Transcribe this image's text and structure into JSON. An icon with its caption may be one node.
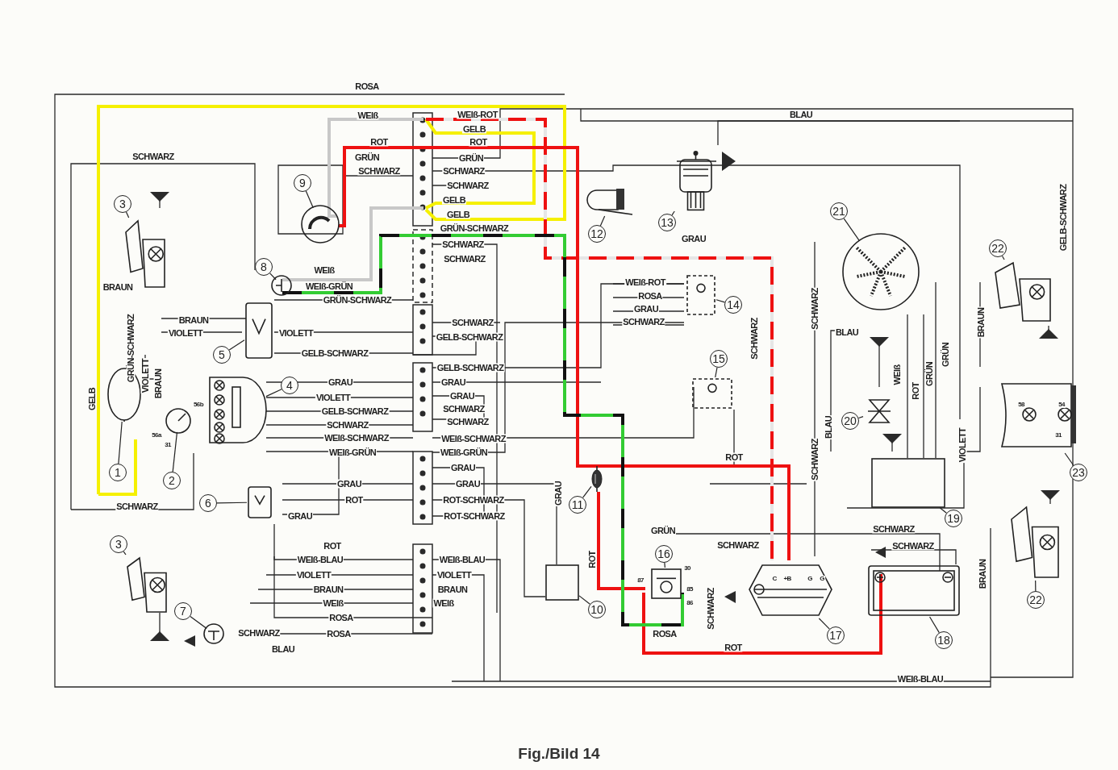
{
  "diagram": {
    "caption": "Fig./Bild 14",
    "nodes": [
      {
        "text": [
          "1"
        ]
      },
      {
        "text": [],
        "shape": "picture"
      },
      {
        "text": [
          "2"
        ]
      },
      {
        "text": [],
        "shape": "picture"
      },
      {
        "text": [
          "3"
        ]
      },
      {
        "text": [],
        "shape": "picture"
      },
      {
        "text": [
          "3"
        ]
      },
      {
        "text": [],
        "shape": "picture"
      },
      {
        "text": [
          "4"
        ]
      },
      {
        "text": [],
        "shape": "picture"
      },
      {
        "text": [
          "5"
        ]
      },
      {
        "text": [],
        "shape": "picture"
      },
      {
        "text": [
          "6"
        ]
      },
      {
        "text": [],
        "shape": "picture"
      },
      {
        "text": [
          "7"
        ]
      },
      {
        "text": [],
        "shape": "picture"
      },
      {
        "text": [
          "8"
        ]
      },
      {
        "text": [],
        "shape": "picture"
      },
      {
        "text": [
          "9"
        ]
      },
      {
        "text": [],
        "shape": "picture"
      },
      {
        "text": [
          "10"
        ]
      },
      {
        "text": [],
        "shape": "box"
      },
      {
        "text": [
          "11"
        ]
      },
      {
        "text": [],
        "shape": "picture"
      },
      {
        "text": [
          "12"
        ]
      },
      {
        "text": [],
        "shape": "picture"
      },
      {
        "text": [
          "13"
        ]
      },
      {
        "text": [],
        "shape": "picture"
      },
      {
        "text": [
          "14"
        ]
      },
      {
        "text": [],
        "shape": "picture"
      },
      {
        "text": [
          "15"
        ]
      },
      {
        "text": [],
        "shape": "picture"
      },
      {
        "text": [
          "16"
        ]
      },
      {
        "text": [],
        "shape": "picture"
      },
      {
        "text": [
          "17"
        ]
      },
      {
        "text": [],
        "shape": "picture"
      },
      {
        "text": [
          "18"
        ]
      },
      {
        "text": [],
        "shape": "picture"
      },
      {
        "text": [
          "19"
        ]
      },
      {
        "text": [],
        "shape": "box"
      },
      {
        "text": [
          "20"
        ]
      },
      {
        "text": [],
        "shape": "picture"
      },
      {
        "text": [
          "21"
        ]
      },
      {
        "text": [],
        "shape": "picture"
      },
      {
        "text": [
          "22"
        ]
      },
      {
        "text": [],
        "shape": "picture"
      },
      {
        "text": [
          "22"
        ]
      },
      {
        "text": [],
        "shape": "picture"
      },
      {
        "text": [
          "23"
        ]
      },
      {
        "text": [],
        "shape": "picture"
      }
    ],
    "edges": [
      {
        "from": 0,
        "to": 1,
        "arrow": "none"
      },
      {
        "from": 2,
        "to": 3,
        "arrow": "none"
      },
      {
        "from": 4,
        "to": 5,
        "arrow": "none"
      },
      {
        "from": 6,
        "to": 7,
        "arrow": "none"
      },
      {
        "from": 8,
        "to": 9,
        "arrow": "none"
      },
      {
        "from": 10,
        "to": 11,
        "arrow": "none"
      },
      {
        "from": 12,
        "to": 13,
        "arrow": "none"
      },
      {
        "from": 14,
        "to": 15,
        "arrow": "none"
      },
      {
        "from": 16,
        "to": 17,
        "arrow": "none"
      },
      {
        "from": 18,
        "to": 19,
        "arrow": "none"
      },
      {
        "from": 20,
        "to": 21,
        "arrow": "none"
      },
      {
        "from": 22,
        "to": 23,
        "arrow": "none"
      },
      {
        "from": 24,
        "to": 25,
        "arrow": "none"
      },
      {
        "from": 26,
        "to": 27,
        "arrow": "none"
      },
      {
        "from": 28,
        "to": 29,
        "arrow": "none"
      },
      {
        "from": 30,
        "to": 31,
        "arrow": "none"
      },
      {
        "from": 32,
        "to": 33,
        "arrow": "none"
      },
      {
        "from": 34,
        "to": 35,
        "arrow": "none"
      },
      {
        "from": 36,
        "to": 37,
        "arrow": "none"
      },
      {
        "from": 38,
        "to": 39,
        "arrow": "none"
      },
      {
        "from": 40,
        "to": 41,
        "arrow": "none"
      },
      {
        "from": 42,
        "to": 43,
        "arrow": "none"
      },
      {
        "from": 44,
        "to": 45,
        "arrow": "none"
      },
      {
        "from": 46,
        "to": 47,
        "arrow": "none"
      },
      {
        "from": 48,
        "to": 49,
        "arrow": "none"
      }
    ],
    "labels": [
      "ROSA",
      "WEIß",
      "WEIß-ROT",
      "BLAU",
      "GELB",
      "ROT",
      "ROT",
      "SCHWARZ",
      "GRÜN",
      "GRÜN",
      "SCHWARZ",
      "SCHWARZ",
      "SCHWARZ",
      "GELB",
      "GELB",
      "GELB-SCHWARZ",
      "GRÜN-SCHWARZ",
      "GRAU",
      "SCHWARZ",
      "SCHWARZ",
      "WEIß",
      "BRAUN",
      "WEIß-GRÜN",
      "WEIß-ROT",
      "GRÜN-SCHWARZ",
      "ROSA",
      "GRAU",
      "SCHWARZ",
      "BRAUN",
      "SCHWARZ",
      "SCHWARZ",
      "BRAUN",
      "VIOLETT",
      "VIOLETT",
      "BLAU",
      "GELB-SCHWARZ",
      "SCHWARZ",
      "GRÜN-SCHWARZ",
      "GELB-SCHWARZ",
      "GRÜN",
      "GELB-SCHWARZ",
      "VIOLETT",
      "BRAUN",
      "WEIß",
      "GRÜN",
      "GRAU",
      "GRAU",
      "ROT",
      "GELB",
      "VIOLETT",
      "GRAU",
      "56b",
      "58",
      "54",
      "GELB-SCHWARZ",
      "SCHWARZ",
      "SCHWARZ",
      "SCHWARZ",
      "BLAU",
      "56a",
      "WEIß-SCHWARZ",
      "WEIß-SCHWARZ",
      "31",
      "31",
      "VIOLETT",
      "WEIß-GRÜN",
      "WEIß-GRÜN",
      "ROT",
      "SCHWARZ",
      "GRAU",
      "GRAU",
      "GRAU",
      "GRAU",
      "ROT",
      "ROT-SCHWARZ",
      "SCHWARZ",
      "GRAU",
      "ROT-SCHWARZ",
      "GRÜN",
      "SCHWARZ",
      "ROT",
      "SCHWARZ",
      "SCHWARZ",
      "WEIß-BLAU",
      "WEIß-BLAU",
      "ROT",
      "30",
      "VIOLETT",
      "VIOLETT",
      "BRAUN",
      "87",
      "C",
      "+B",
      "G",
      "G",
      "BRAUN",
      "BRAUN",
      "85",
      "WEIß",
      "WEIß",
      "86",
      "SCHWARZ",
      "ROSA",
      "SCHWARZ",
      "ROSA",
      "ROSA",
      "BLAU",
      "ROT",
      "WEIß-BLAU"
    ]
  }
}
